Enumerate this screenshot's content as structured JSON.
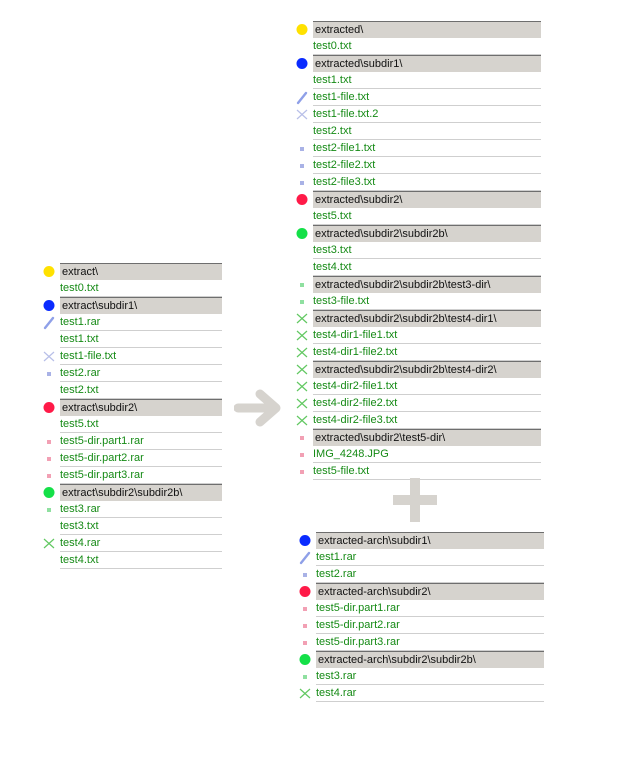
{
  "colors": {
    "yellow": "#ffe100",
    "blue": "#0a2bff",
    "red": "#ff1a48",
    "green": "#14e048",
    "pen": "#8fa0e8",
    "blue_sq": "#a9b2e6",
    "pink_sq": "#f2a0b4",
    "green_sq": "#8fe0a0",
    "x_light_blue": "#b8bfe8",
    "x_green": "#62c862",
    "connector": "#d6d3ce"
  },
  "left": [
    {
      "type": "dir",
      "icon": "yellow-dot",
      "label": "extract\\"
    },
    {
      "type": "file",
      "icon": "none",
      "label": "test0.txt"
    },
    {
      "type": "dir",
      "icon": "blue-dot",
      "label": "extract\\subdir1\\"
    },
    {
      "type": "file",
      "icon": "pen",
      "label": "test1.rar"
    },
    {
      "type": "file",
      "icon": "none",
      "label": "test1.txt"
    },
    {
      "type": "file",
      "icon": "x-light-blue",
      "label": "test1-file.txt"
    },
    {
      "type": "file",
      "icon": "blue-square",
      "label": "test2.rar"
    },
    {
      "type": "file",
      "icon": "none",
      "label": "test2.txt"
    },
    {
      "type": "dir",
      "icon": "red-dot",
      "label": "extract\\subdir2\\"
    },
    {
      "type": "file",
      "icon": "none",
      "label": "test5.txt"
    },
    {
      "type": "file",
      "icon": "pink-square",
      "label": "test5-dir.part1.rar"
    },
    {
      "type": "file",
      "icon": "pink-square",
      "label": "test5-dir.part2.rar"
    },
    {
      "type": "file",
      "icon": "pink-square",
      "label": "test5-dir.part3.rar"
    },
    {
      "type": "dir",
      "icon": "green-dot",
      "label": "extract\\subdir2\\subdir2b\\"
    },
    {
      "type": "file",
      "icon": "green-square",
      "label": "test3.rar"
    },
    {
      "type": "file",
      "icon": "none",
      "label": "test3.txt"
    },
    {
      "type": "file",
      "icon": "x-green",
      "label": "test4.rar"
    },
    {
      "type": "file",
      "icon": "none",
      "label": "test4.txt"
    }
  ],
  "right_top": [
    {
      "type": "dir",
      "icon": "yellow-dot",
      "label": "extracted\\"
    },
    {
      "type": "file",
      "icon": "none",
      "label": "test0.txt"
    },
    {
      "type": "dir",
      "icon": "blue-dot",
      "label": "extracted\\subdir1\\"
    },
    {
      "type": "file",
      "icon": "none",
      "label": "test1.txt"
    },
    {
      "type": "file",
      "icon": "pen",
      "label": "test1-file.txt"
    },
    {
      "type": "file",
      "icon": "x-light-blue",
      "label": "test1-file.txt.2"
    },
    {
      "type": "file",
      "icon": "none",
      "label": "test2.txt"
    },
    {
      "type": "file",
      "icon": "blue-square",
      "label": "test2-file1.txt"
    },
    {
      "type": "file",
      "icon": "blue-square",
      "label": "test2-file2.txt"
    },
    {
      "type": "file",
      "icon": "blue-square",
      "label": "test2-file3.txt"
    },
    {
      "type": "dir",
      "icon": "red-dot",
      "label": "extracted\\subdir2\\"
    },
    {
      "type": "file",
      "icon": "none",
      "label": "test5.txt"
    },
    {
      "type": "dir",
      "icon": "green-dot",
      "label": "extracted\\subdir2\\subdir2b\\"
    },
    {
      "type": "file",
      "icon": "none",
      "label": "test3.txt"
    },
    {
      "type": "file",
      "icon": "none",
      "label": "test4.txt"
    },
    {
      "type": "dir",
      "icon": "green-square",
      "label": "extracted\\subdir2\\subdir2b\\test3-dir\\"
    },
    {
      "type": "file",
      "icon": "green-square",
      "label": "test3-file.txt"
    },
    {
      "type": "dir",
      "icon": "x-green",
      "label": "extracted\\subdir2\\subdir2b\\test4-dir1\\"
    },
    {
      "type": "file",
      "icon": "x-green",
      "label": "test4-dir1-file1.txt"
    },
    {
      "type": "file",
      "icon": "x-green",
      "label": "test4-dir1-file2.txt"
    },
    {
      "type": "dir",
      "icon": "x-green",
      "label": "extracted\\subdir2\\subdir2b\\test4-dir2\\"
    },
    {
      "type": "file",
      "icon": "x-green",
      "label": "test4-dir2-file1.txt"
    },
    {
      "type": "file",
      "icon": "x-green",
      "label": "test4-dir2-file2.txt"
    },
    {
      "type": "file",
      "icon": "x-green",
      "label": "test4-dir2-file3.txt"
    },
    {
      "type": "dir",
      "icon": "pink-square",
      "label": "extracted\\subdir2\\test5-dir\\"
    },
    {
      "type": "file",
      "icon": "pink-square",
      "label": "IMG_4248.JPG"
    },
    {
      "type": "file",
      "icon": "pink-square",
      "label": "test5-file.txt"
    }
  ],
  "right_bottom": [
    {
      "type": "dir",
      "icon": "blue-dot",
      "label": "extracted-arch\\subdir1\\"
    },
    {
      "type": "file",
      "icon": "pen",
      "label": "test1.rar"
    },
    {
      "type": "file",
      "icon": "blue-square",
      "label": "test2.rar"
    },
    {
      "type": "dir",
      "icon": "red-dot",
      "label": "extracted-arch\\subdir2\\"
    },
    {
      "type": "file",
      "icon": "pink-square",
      "label": "test5-dir.part1.rar"
    },
    {
      "type": "file",
      "icon": "pink-square",
      "label": "test5-dir.part2.rar"
    },
    {
      "type": "file",
      "icon": "pink-square",
      "label": "test5-dir.part3.rar"
    },
    {
      "type": "dir",
      "icon": "green-dot",
      "label": "extracted-arch\\subdir2\\subdir2b\\"
    },
    {
      "type": "file",
      "icon": "green-square",
      "label": "test3.rar"
    },
    {
      "type": "file",
      "icon": "x-green",
      "label": "test4.rar"
    }
  ]
}
